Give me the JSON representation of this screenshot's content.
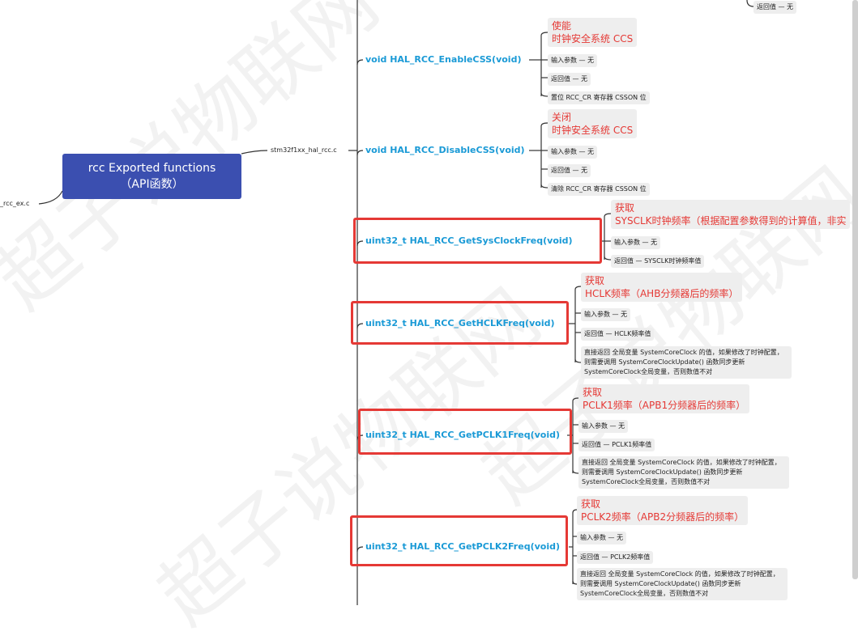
{
  "central": {
    "line1": "rcc Exported functions",
    "line2": "（API函数）"
  },
  "files": {
    "left": "_rcc_ex.c",
    "source": "stm32f1xx_hal_rcc.c"
  },
  "top_leaf": "返回值 — 无",
  "functions": [
    {
      "name": "void HAL_RCC_EnableCSS(void)",
      "note": [
        "使能",
        "时钟安全系统 CCS"
      ],
      "leaves": [
        "输入参数 — 无",
        "返回值 — 无",
        "置位 RCC_CR 寄存器 CSSON 位"
      ]
    },
    {
      "name": "void HAL_RCC_DisableCSS(void)",
      "note": [
        "关闭",
        "时钟安全系统 CCS"
      ],
      "leaves": [
        "输入参数 — 无",
        "返回值 — 无",
        "清除 RCC_CR 寄存器 CSSON 位"
      ]
    },
    {
      "name": "uint32_t HAL_RCC_GetSysClockFreq(void)",
      "note": [
        "获取",
        "SYSCLK时钟频率（根据配置参数得到的计算值，非实"
      ],
      "leaves": [
        "输入参数 — 无",
        "返回值 — SYSCLK时钟频率值"
      ]
    },
    {
      "name": "uint32_t HAL_RCC_GetHCLKFreq(void)",
      "note": [
        "获取",
        "HCLK频率（AHB分频器后的频率）"
      ],
      "leaves": [
        "输入参数 — 无",
        "返回值 — HCLK频率值",
        "直接返回 全局变量 SystemCoreClock 的值，如果修改了时钟配置，则需要调用 SystemCoreClockUpdate() 函数同步更新SystemCoreClock全局变量，否则数值不对"
      ]
    },
    {
      "name": "uint32_t HAL_RCC_GetPCLK1Freq(void)",
      "note": [
        "获取",
        "PCLK1频率（APB1分频器后的频率）"
      ],
      "leaves": [
        "输入参数 — 无",
        "返回值 — PCLK1频率值",
        "直接返回 全局变量 SystemCoreClock 的值，如果修改了时钟配置，则需要调用 SystemCoreClockUpdate() 函数同步更新SystemCoreClock全局变量，否则数值不对"
      ]
    },
    {
      "name": "uint32_t HAL_RCC_GetPCLK2Freq(void)",
      "note": [
        "获取",
        "PCLK2频率（APB2分频器后的频率）"
      ],
      "leaves": [
        "输入参数 — 无",
        "返回值 — PCLK2频率值",
        "直接返回 全局变量 SystemCoreClock 的值，如果修改了时钟配置，则需要调用 SystemCoreClockUpdate() 函数同步更新SystemCoreClock全局变量，否则数值不对"
      ]
    }
  ],
  "watermark": "超子说物联网",
  "colors": {
    "central": "#3b4fb0",
    "function": "#1a9ad6",
    "note": "#e53935",
    "highlight": "#e53935",
    "leaf_bg": "#eeeeee"
  }
}
